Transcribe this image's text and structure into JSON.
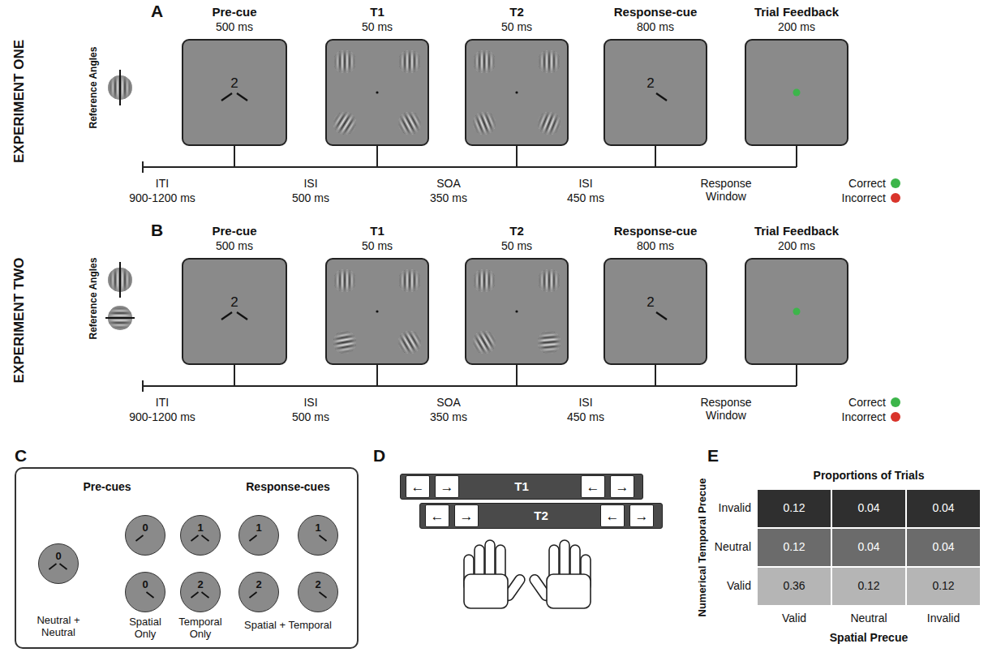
{
  "diagram": {
    "nodes": [
      {
        "text": [
          "Pre-cue",
          "500 ms",
          "2"
        ]
      },
      {
        "text": [
          "T1",
          "50 ms"
        ]
      },
      {
        "text": [
          "T2",
          "50 ms"
        ]
      },
      {
        "text": [
          "Response-cue",
          "800 ms",
          "2"
        ]
      },
      {
        "text": [
          "Trial Feedback",
          "200 ms"
        ]
      },
      {
        "text": [
          "Pre-cue",
          "500 ms",
          "2"
        ]
      },
      {
        "text": [
          "T1",
          "50 ms"
        ]
      },
      {
        "text": [
          "T2",
          "50 ms"
        ]
      },
      {
        "text": [
          "Response-cue",
          "800 ms",
          "2"
        ]
      },
      {
        "text": [
          "Trial Feedback",
          "200 ms"
        ]
      },
      {
        "text": [
          "Pre-cues",
          "Response-cues",
          "Neutral + Neutral",
          "Spatial Only",
          "Temporal Only",
          "Spatial + Temporal"
        ]
      },
      {
        "text": [
          "0"
        ],
        "in": 10
      },
      {
        "text": [
          "0"
        ],
        "in": 10
      },
      {
        "text": [
          "0"
        ],
        "in": 10
      },
      {
        "text": [
          "1"
        ],
        "in": 10
      },
      {
        "text": [
          "2"
        ],
        "in": 10
      },
      {
        "text": [
          "1"
        ],
        "in": 10
      },
      {
        "text": [
          "2"
        ],
        "in": 10
      },
      {
        "text": [
          "1"
        ],
        "in": 10
      },
      {
        "text": [
          "2"
        ],
        "in": 10
      },
      {
        "text": [
          "T1"
        ]
      },
      {
        "text": [
          "←"
        ],
        "in": 20
      },
      {
        "text": [
          "→"
        ],
        "in": 20
      },
      {
        "text": [
          "←"
        ],
        "in": 20
      },
      {
        "text": [
          "→"
        ],
        "in": 20
      },
      {
        "text": [
          "T2"
        ]
      },
      {
        "text": [
          "←"
        ],
        "in": 25
      },
      {
        "text": [
          "→"
        ],
        "in": 25
      },
      {
        "text": [
          "←"
        ],
        "in": 25
      },
      {
        "text": [
          "→"
        ],
        "in": 25
      }
    ],
    "labels": [
      "A",
      "EXPERIMENT ONE",
      "Reference Angles",
      "ITI",
      "900-1200 ms",
      "ISI",
      "500 ms",
      "SOA",
      "350 ms",
      "ISI",
      "450 ms",
      "Response Window",
      "B",
      "EXPERIMENT TWO",
      "Reference Angles",
      "ITI",
      "900-1200 ms",
      "ISI",
      "500 ms",
      "SOA",
      "350 ms",
      "ISI",
      "450 ms",
      "Response Window",
      "C",
      "D",
      "E",
      "Proportions of Trials",
      "Numerical Temporal Precue",
      "Invalid",
      "Neutral",
      "Valid",
      "0.12",
      "0.04",
      "0.04",
      "0.12",
      "0.04",
      "0.04",
      "0.36",
      "0.12",
      "0.12",
      "Valid",
      "Neutral",
      "Invalid",
      "Spatial Precue"
    ],
    "legend": [
      {
        "text": "Correct",
        "color": "#3cb54a"
      },
      {
        "text": "Incorrect",
        "color": "#d9342b"
      },
      {
        "text": "Correct",
        "color": "#3cb54a"
      },
      {
        "text": "Incorrect",
        "color": "#d9342b"
      }
    ]
  }
}
